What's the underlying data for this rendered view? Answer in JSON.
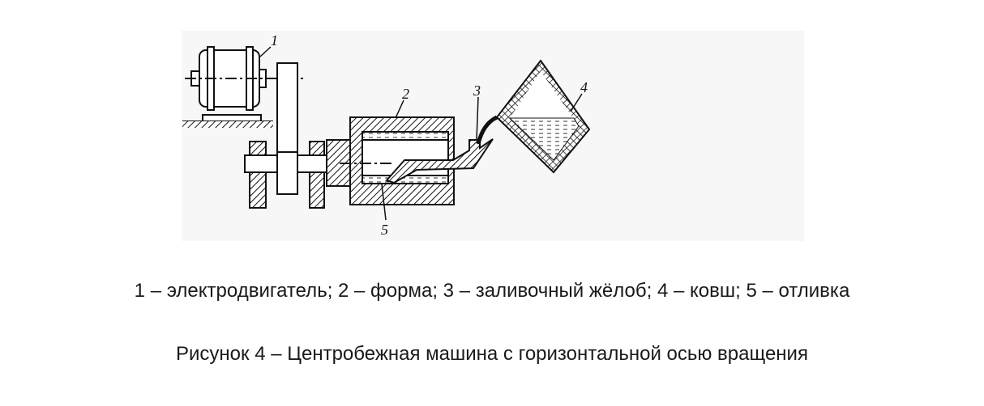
{
  "figure": {
    "callouts": [
      "1",
      "2",
      "3",
      "4",
      "5"
    ],
    "legend": "1 – электродвигатель; 2 – форма; 3 – заливочный жёлоб; 4 – ковш; 5 – отливка",
    "caption": "Рисунок 4 – Центробежная машина с горизонтальной осью вращения"
  }
}
